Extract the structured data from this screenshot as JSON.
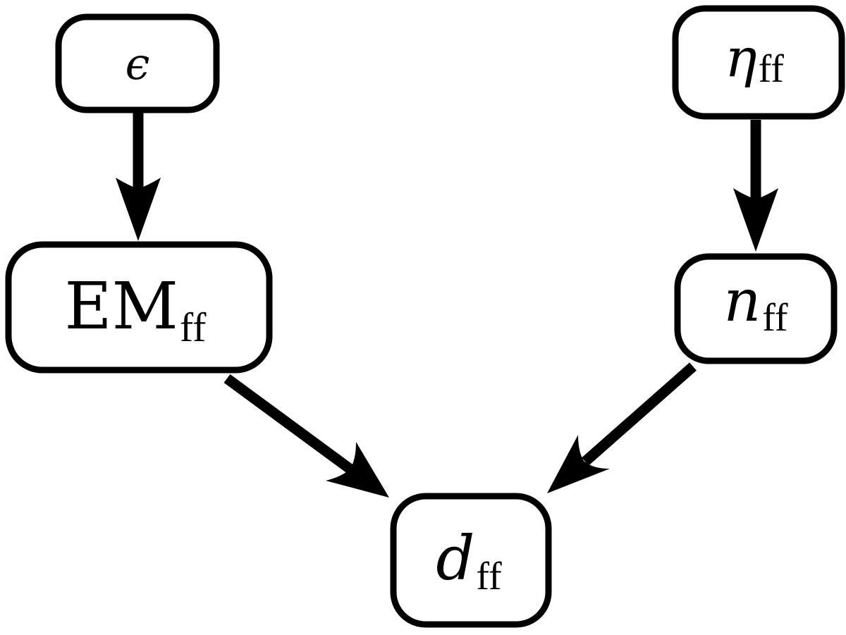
{
  "diagram": {
    "nodes": {
      "epsilon": {
        "symbol": "ϵ",
        "subscript": ""
      },
      "eta": {
        "symbol": "η",
        "subscript": "ff"
      },
      "em": {
        "symbol": "EM",
        "subscript": "ff"
      },
      "n": {
        "symbol": "n",
        "subscript": "ff"
      },
      "d": {
        "symbol": "d",
        "subscript": "ff"
      }
    },
    "edges": [
      {
        "from": "epsilon",
        "to": "em"
      },
      {
        "from": "eta",
        "to": "n"
      },
      {
        "from": "em",
        "to": "d"
      },
      {
        "from": "n",
        "to": "d"
      }
    ],
    "colors": {
      "stroke": "#000000",
      "background": "#ffffff"
    }
  }
}
